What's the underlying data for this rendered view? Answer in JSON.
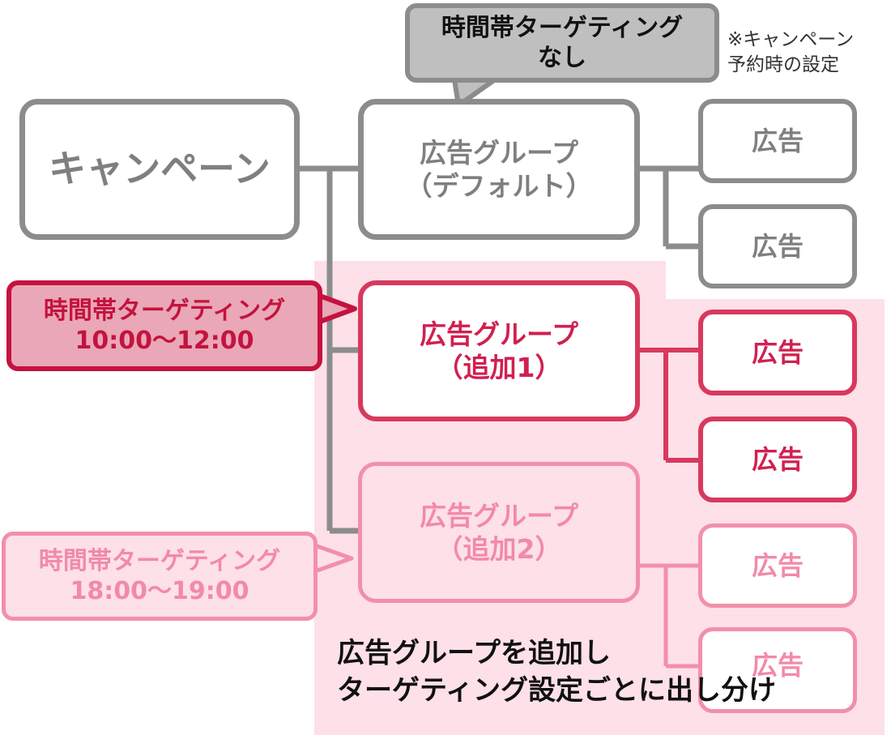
{
  "campaign": {
    "label": "キャンペーン"
  },
  "default_targeting_callout": {
    "line1": "時間帯ターゲティング",
    "line2": "なし"
  },
  "note": {
    "line1": "※キャンペーン",
    "line2": "予約時の設定"
  },
  "ad_groups": [
    {
      "line1": "広告グループ",
      "line2": "（デフォルト）",
      "ads": [
        "広告",
        "広告"
      ]
    },
    {
      "line1": "広告グループ",
      "line2": "（追加1）",
      "ads": [
        "広告",
        "広告"
      ]
    },
    {
      "line1": "広告グループ",
      "line2": "（追加2）",
      "ads": [
        "広告",
        "広告"
      ]
    }
  ],
  "targeting_callouts": [
    {
      "line1": "時間帯ターゲティング",
      "line2": "10:00〜12:00"
    },
    {
      "line1": "時間帯ターゲティング",
      "line2": "18:00〜19:00"
    }
  ],
  "summary": {
    "line1": "広告グループを追加し",
    "line2": "ターゲティング設定ごとに出し分け"
  },
  "colors": {
    "gray": "#8c8c8c",
    "gray_text": "#7f7f7f",
    "red": "#d8395e",
    "red_dark": "#c5123e",
    "pink": "#f28fab",
    "pink_background": "#fde0e8"
  }
}
